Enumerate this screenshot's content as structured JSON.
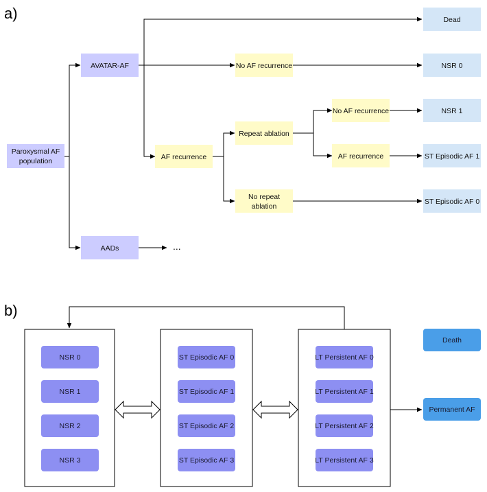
{
  "colors": {
    "purple_light": "#ccccff",
    "yellow": "#fffbc8",
    "blue_light": "#d4e6f7",
    "purple_state": "#8d8ff2",
    "blue_state": "#4a9ee8"
  },
  "panel_a": {
    "label": "a)",
    "nodes": {
      "population": [
        "Paroxysmal AF",
        "population"
      ],
      "avatar": "AVATAR-AF",
      "aads": "AADs",
      "ellipsis": "...",
      "no_af_recurrence_1": "No AF recurrence",
      "af_recurrence_1": "AF recurrence",
      "repeat_ablation": "Repeat ablation",
      "no_repeat_ablation": [
        "No repeat",
        "ablation"
      ],
      "no_af_recurrence_2": "No AF recurrence",
      "af_recurrence_2": "AF recurrence",
      "dead": "Dead",
      "nsr0": "NSR 0",
      "nsr1": "NSR 1",
      "st_ep_af1": "ST Episodic AF 1",
      "st_ep_af0": "ST Episodic AF 0"
    }
  },
  "panel_b": {
    "label": "b)",
    "groups": [
      [
        "NSR 0",
        "NSR 1",
        "NSR 2",
        "NSR 3"
      ],
      [
        "ST Episodic AF 0",
        "ST Episodic AF 1",
        "ST Episodic AF 2",
        "ST Episodic AF 3"
      ],
      [
        "LT Persistent AF 0",
        "LT Persistent AF 1",
        "LT Persistent AF 2",
        "LT Persistent AF 3"
      ]
    ],
    "death": "Death",
    "permanent_af": "Permanent AF"
  }
}
